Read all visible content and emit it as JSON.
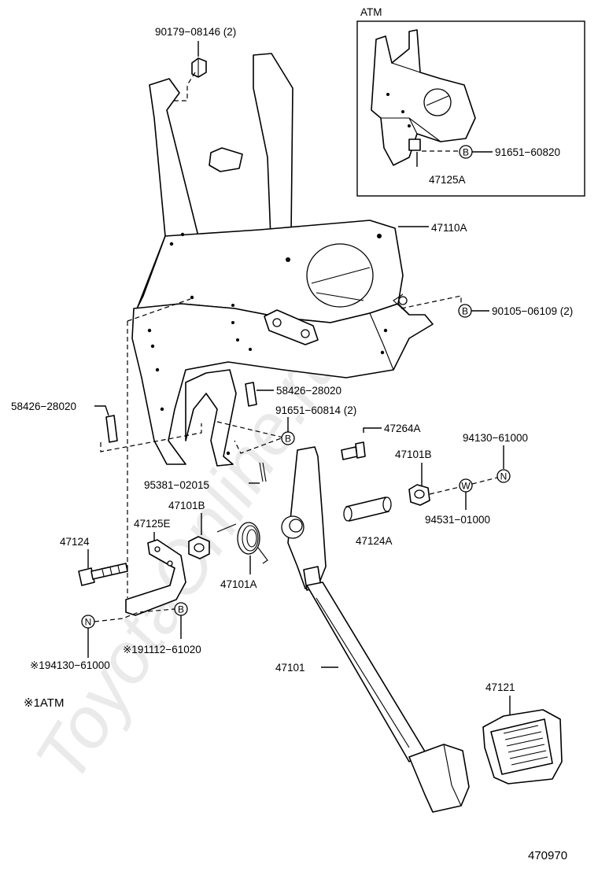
{
  "watermark": "ToyotaOnline.ru",
  "inset_title": "ATM",
  "footnote": "※1ATM",
  "diagram_number": "470970",
  "markers": {
    "b": "B",
    "n": "N",
    "w": "W"
  },
  "labels": {
    "nut_top": "90179−08146 (2)",
    "inset_bolt": "91651−60820",
    "inset_bracket": "47125A",
    "support": "47110A",
    "bolt_right": "90105−06109 (2)",
    "pin_left": "58426−28020",
    "pin_center": "58426−28020",
    "bolt_center": "91651−60814 (2)",
    "pin_bolt": "47264A",
    "nut_right": "94130−61000",
    "bushing_b": "47101B",
    "cotter_pin": "95381−02015",
    "collar_b": "47101B",
    "washer": "94531−01000",
    "bracket_e": "47125E",
    "bolt_47124": "47124",
    "spring": "47101A",
    "collar_a": "47124A",
    "nut_left": "※194130−61000",
    "bolt_left": "※191112−61020",
    "pedal_lever": "47101",
    "pedal_pad": "47121"
  }
}
